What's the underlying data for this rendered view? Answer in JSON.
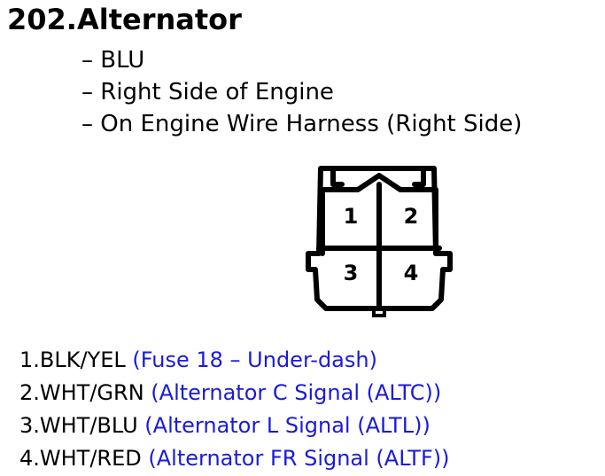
{
  "heading": {
    "number": "202.",
    "name": "Alternator"
  },
  "details": [
    "– BLU",
    "– Right Side of Engine",
    "– On Engine Wire Harness (Right Side)"
  ],
  "connector": {
    "cavities": [
      "1",
      "2",
      "3",
      "4"
    ]
  },
  "pins": [
    {
      "label": "1.BLK/YEL",
      "desc": "(Fuse 18 – Under-dash)"
    },
    {
      "label": "2.WHT/GRN",
      "desc": "(Alternator C Signal (ALTC))"
    },
    {
      "label": "3.WHT/BLU",
      "desc": "(Alternator L Signal (ALTL))"
    },
    {
      "label": "4.WHT/RED",
      "desc": "(Alternator FR Signal (ALTF))"
    }
  ],
  "colors": {
    "text": "#000000",
    "description": "#1a1adc"
  }
}
